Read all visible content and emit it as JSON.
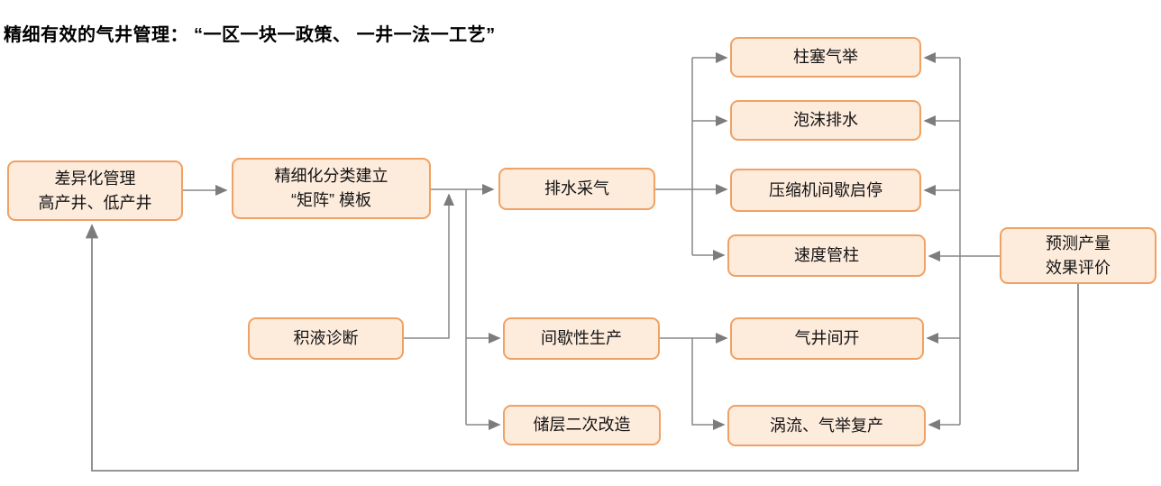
{
  "title": "精细有效的气井管理： “一区一块一政策、 一井一法一工艺”",
  "nodes": {
    "diff": {
      "label": "差异化管理\n高产井、低产井"
    },
    "matrix": {
      "label": "精细化分类建立\n“矩阵” 模板"
    },
    "drainage": {
      "label": "排水采气"
    },
    "liquid": {
      "label": "积液诊断"
    },
    "intermittent": {
      "label": "间歇性生产"
    },
    "reservoir": {
      "label": "储层二次改造"
    },
    "plunger": {
      "label": "柱塞气举"
    },
    "foam": {
      "label": "泡沫排水"
    },
    "compressor": {
      "label": "压缩机间歇启停"
    },
    "velocity": {
      "label": "速度管柱"
    },
    "wellopen": {
      "label": "气井间开"
    },
    "vortex": {
      "label": "涡流、气举复产"
    },
    "predict": {
      "label": "预测产量\n效果评价"
    }
  },
  "edges": [
    {
      "from": "diff",
      "to": "matrix"
    },
    {
      "from": "matrix",
      "to": "drainage"
    },
    {
      "from": "matrix",
      "to": "intermittent"
    },
    {
      "from": "matrix",
      "to": "reservoir"
    },
    {
      "from": "liquid",
      "to": "drainage"
    },
    {
      "from": "drainage",
      "to": "plunger"
    },
    {
      "from": "drainage",
      "to": "foam"
    },
    {
      "from": "drainage",
      "to": "compressor"
    },
    {
      "from": "drainage",
      "to": "velocity"
    },
    {
      "from": "intermittent",
      "to": "wellopen"
    },
    {
      "from": "intermittent",
      "to": "vortex"
    },
    {
      "from": "predict",
      "to": "velocity"
    },
    {
      "from": "predict",
      "to": "plunger"
    },
    {
      "from": "predict",
      "to": "foam"
    },
    {
      "from": "predict",
      "to": "compressor"
    },
    {
      "from": "predict",
      "to": "wellopen"
    },
    {
      "from": "predict",
      "to": "vortex"
    },
    {
      "from": "predict",
      "to": "diff"
    }
  ],
  "colors": {
    "node_fill": "#FDEBDC",
    "node_border": "#F0A164",
    "connector": "#808080",
    "title_text": "#000000",
    "node_text": "#141414",
    "background": "#FFFFFF"
  }
}
